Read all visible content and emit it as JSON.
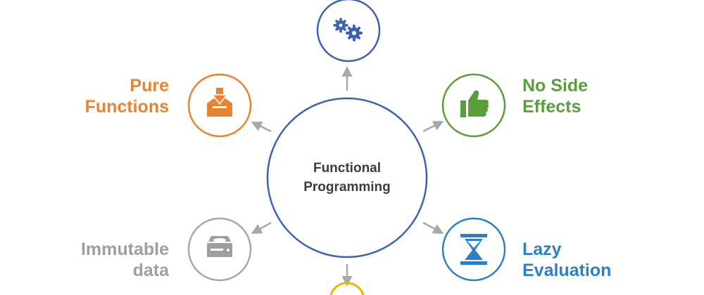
{
  "center": {
    "line1": "Functional",
    "line2": "Programming"
  },
  "nodes": {
    "top": {
      "icon": "gears-icon",
      "color": "#3b62b5"
    },
    "pure": {
      "line1": "Pure",
      "line2": "Functions",
      "icon": "download-box-icon",
      "color": "#e8832f"
    },
    "side": {
      "line1": "No Side",
      "line2": "Effects",
      "icon": "thumbs-up-icon",
      "color": "#5a9e3c"
    },
    "immutable": {
      "line1": "Immutable",
      "line2": "data",
      "icon": "hard-drive-icon",
      "color": "#9e9e9e"
    },
    "lazy": {
      "line1": "Lazy",
      "line2": "Evaluation",
      "icon": "hourglass-icon",
      "color": "#2f7fc8"
    },
    "bottom": {
      "color": "#f0b400"
    }
  },
  "colors": {
    "hub": "#3b62b5",
    "arrow": "#a8a8a8",
    "text": "#3c3c3c"
  }
}
